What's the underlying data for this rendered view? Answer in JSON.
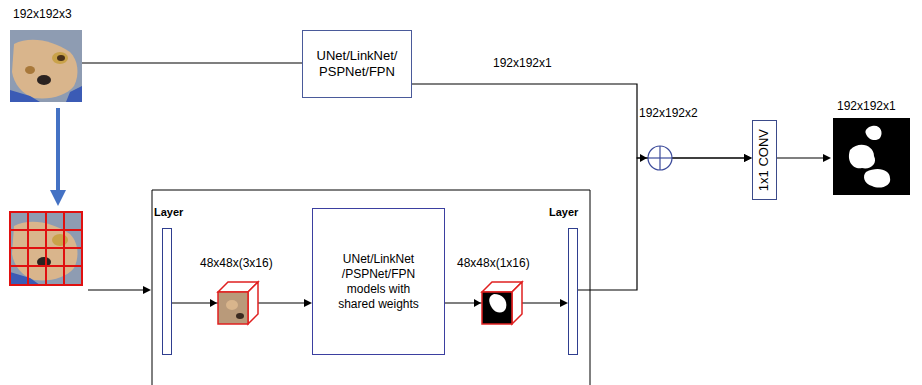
{
  "diagram": {
    "nodes": [
      {
        "text": [
          "UNet/LinkNet/ PSPNet/FPN"
        ]
      },
      {
        "text": [
          "Layer"
        ]
      },
      {
        "text": [
          "UNet/LinkNet /PSPNet/FPN models with shared weights"
        ]
      },
      {
        "text": [
          "Layer"
        ]
      },
      {
        "text": [
          "1x1 CONV"
        ]
      }
    ],
    "edges": [
      {
        "from": 0,
        "to": 4,
        "arrow": "to"
      },
      {
        "from": 1,
        "to": 2,
        "arrow": "to"
      },
      {
        "from": 2,
        "to": 3,
        "arrow": "to"
      },
      {
        "from": 3,
        "to": 4,
        "arrow": "to"
      }
    ],
    "labels": [
      "192x192x3",
      "192x192x1",
      "48x48x(3x16)",
      "48x48x(1x16)",
      "192x192x2",
      "192x192x1"
    ]
  }
}
